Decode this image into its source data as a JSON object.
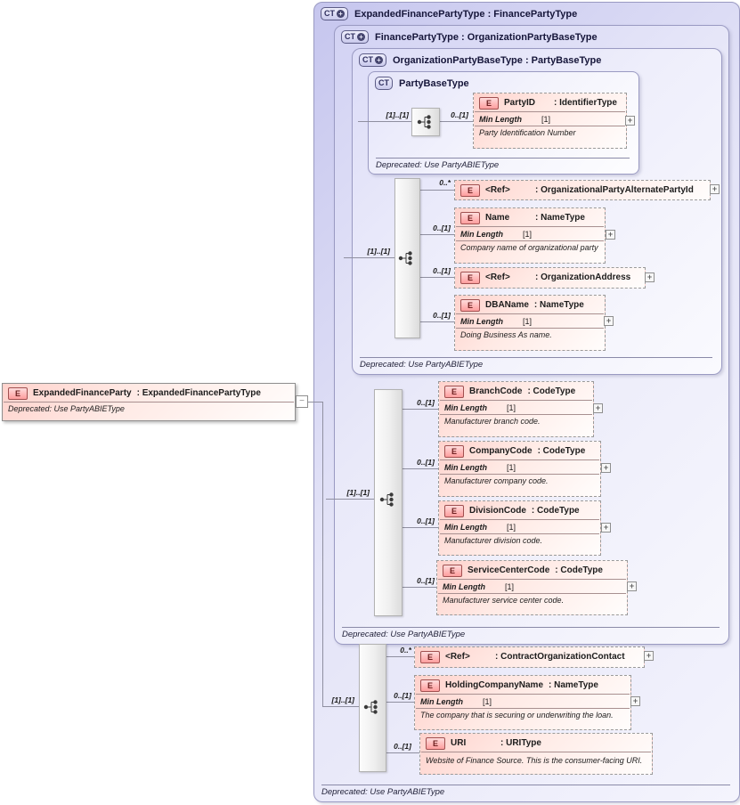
{
  "icons": {
    "element_label": "E",
    "ct_label": "CT",
    "ct_plus": "+",
    "expand": "+",
    "collapse": "−"
  },
  "colors": {
    "type_box_border": "#9a9ac2",
    "type_box_fill": "#d2d2f3",
    "element_fill": "#ffd2cc",
    "element_icon_fill": "#ff9d9d",
    "connector": "#8f8fa0"
  },
  "root_element": {
    "name": "ExpandedFinanceParty",
    "type": ": ExpandedFinancePartyType",
    "note": "Deprecated: Use PartyABIEType"
  },
  "types": {
    "expanded_finance_party_type": {
      "title": "ExpandedFinancePartyType : FinancePartyType",
      "note": "Deprecated: Use PartyABIEType"
    },
    "finance_party_type": {
      "title": "FinancePartyType : OrganizationPartyBaseType",
      "note": "Deprecated: Use PartyABIEType"
    },
    "organization_party_base_type": {
      "title": "OrganizationPartyBaseType : PartyBaseType",
      "note": "Deprecated: Use PartyABIEType"
    },
    "party_base_type": {
      "title": "PartyBaseType",
      "note": "Deprecated: Use PartyABIEType"
    }
  },
  "cardinality": {
    "seq1_parent": "[1]..[1]",
    "seq1_party_id": "0..[1]",
    "seq2_parent": "[1]..[1]",
    "seq2_ref_alt": "0..*",
    "seq2_name": "0..[1]",
    "seq2_ref_addr": "0..[1]",
    "seq2_dba": "0..[1]",
    "seq3_parent": "[1]..[1]",
    "seq3_branch": "0..[1]",
    "se3_note": "",
    "seq3_company": "0..[1]",
    "seq3_division": "0..[1]",
    "seq3_service": "0..[1]",
    "seq4_parent": "[1]..[1]",
    "seq4_ref_contract": "0..*",
    "seq4_holding": "0..[1]",
    "seq4_uri": "0..[1]"
  },
  "elements": {
    "party_id": {
      "name": "PartyID",
      "type": ": IdentifierType",
      "facet_name": "Min Length",
      "facet_value": "[1]",
      "doc": "Party Identification Number"
    },
    "ref_alt_party_id": {
      "name": "<Ref>",
      "type": ": OrganizationalPartyAlternatePartyId"
    },
    "name": {
      "name": "Name",
      "type": ": NameType",
      "facet_name": "Min Length",
      "facet_value": "[1]",
      "doc": "Company name of organizational party"
    },
    "ref_org_address": {
      "name": "<Ref>",
      "type": ": OrganizationAddress"
    },
    "dba_name": {
      "name": "DBAName",
      "type": ": NameType",
      "facet_name": "Min Length",
      "facet_value": "[1]",
      "doc": "Doing Business As name."
    },
    "branch_code": {
      "name": "BranchCode",
      "type": ": CodeType",
      "facet_name": "Min Length",
      "facet_value": "[1]",
      "doc": "Manufacturer branch code."
    },
    "company_code": {
      "name": "CompanyCode",
      "type": ": CodeType",
      "facet_name": "Min Length",
      "facet_value": "[1]",
      "doc": "Manufacturer company code."
    },
    "division_code": {
      "name": "DivisionCode",
      "type": ": CodeType",
      "facet_name": "Min Length",
      "facet_value": "[1]",
      "doc": "Manufacturer division code."
    },
    "service_center_code": {
      "name": "ServiceCenterCode",
      "type": ": CodeType",
      "facet_name": "Min Length",
      "facet_value": "[1]",
      "doc": "Manufacturer service center code."
    },
    "ref_contract_contact": {
      "name": "<Ref>",
      "type": ": ContractOrganizationContact"
    },
    "holding_company_name": {
      "name": "HoldingCompanyName",
      "type": ": NameType",
      "facet_name": "Min Length",
      "facet_value": "[1]",
      "doc": "The company that is securing or underwriting the loan."
    },
    "uri": {
      "name": "URI",
      "type": ": URIType",
      "doc": "Website of Finance Source. This is the consumer-facing URI."
    }
  }
}
